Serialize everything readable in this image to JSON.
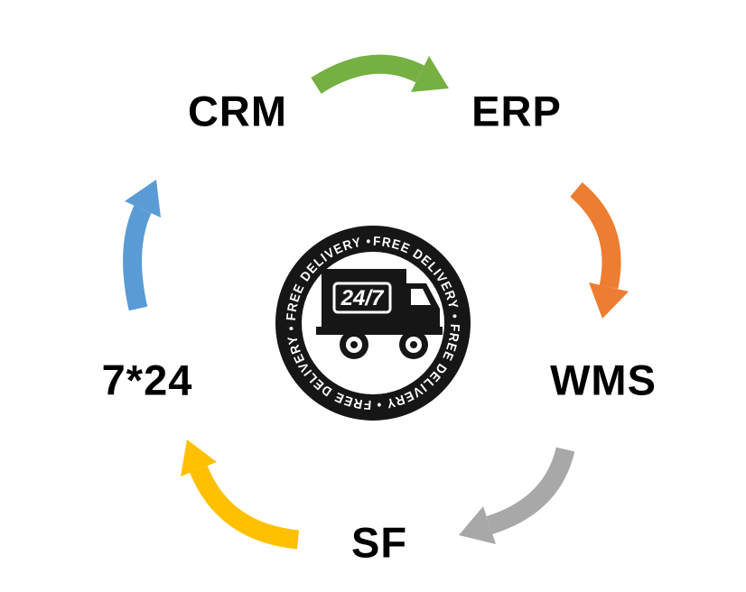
{
  "diagram": {
    "nodes": [
      {
        "id": "crm",
        "label": "CRM"
      },
      {
        "id": "erp",
        "label": "ERP"
      },
      {
        "id": "wms",
        "label": "WMS"
      },
      {
        "id": "sf",
        "label": "SF"
      },
      {
        "id": "7x24",
        "label": "7*24"
      }
    ],
    "arrows": [
      {
        "from": "CRM",
        "to": "ERP",
        "color": "#76B043"
      },
      {
        "from": "ERP",
        "to": "WMS",
        "color": "#ED7D31"
      },
      {
        "from": "WMS",
        "to": "SF",
        "color": "#A8A8A8"
      },
      {
        "from": "SF",
        "to": "7*24",
        "color": "#FFC000"
      },
      {
        "from": "7*24",
        "to": "CRM",
        "color": "#5B9BD5"
      }
    ],
    "badge": {
      "ring_text": "FREE DELIVERY • FREE DELIVERY • FREE DELIVERY • FREE DELIVERY •",
      "truck_label": "24/7",
      "ring_color": "#161616"
    }
  }
}
